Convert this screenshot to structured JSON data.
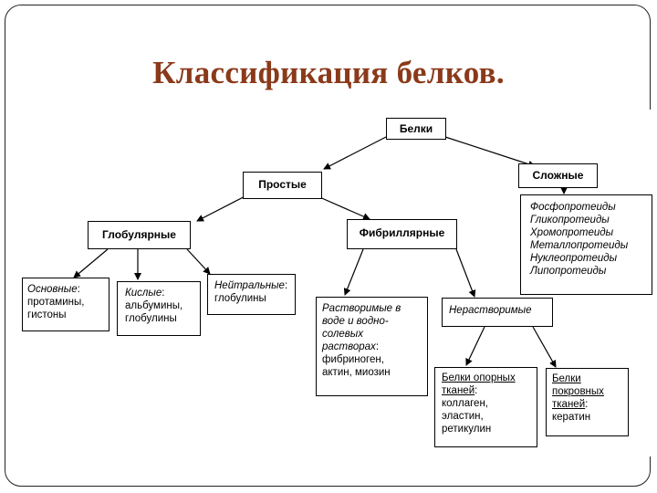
{
  "slide": {
    "title": "Классификация белков."
  },
  "nodes": {
    "root": "Белки",
    "simple": "Простые",
    "complex": "Сложные",
    "globular": "Глобулярные",
    "fibrillar": "Фибриллярные",
    "complex_list": [
      "Фосфопротеиды",
      "Гликопротеиды",
      "Хромопротеиды",
      "Металлопротеиды",
      "Нуклеопротеиды",
      "Липопротеиды"
    ],
    "basic": {
      "label": "Основные",
      "colon": ":",
      "items": [
        "протамины,",
        "гистоны"
      ]
    },
    "acidic": {
      "label": "Кислые",
      "colon": ":",
      "items": [
        "альбумины,",
        "глобулины"
      ]
    },
    "neutral": {
      "label": "Нейтральные",
      "colon": ":",
      "items": [
        "глобулины"
      ]
    },
    "soluble": {
      "label_lines": [
        "Растворимые в",
        "воде и водно-",
        "солевых",
        "растворах"
      ],
      "colon": ":",
      "items": [
        "фибриноген,",
        "актин, миозин"
      ]
    },
    "insoluble": "Нерастворимые",
    "support": {
      "label_lines": [
        "Белки опорных",
        "тканей"
      ],
      "colon": ":",
      "items": [
        "коллаген,",
        "эластин,",
        "ретикулин"
      ]
    },
    "covering": {
      "label_lines": [
        "Белки",
        "покровных",
        "тканей"
      ],
      "colon": ":",
      "items": [
        "кератин"
      ]
    }
  },
  "colors": {
    "title": "#8a3a1a",
    "box_border": "#000000"
  }
}
